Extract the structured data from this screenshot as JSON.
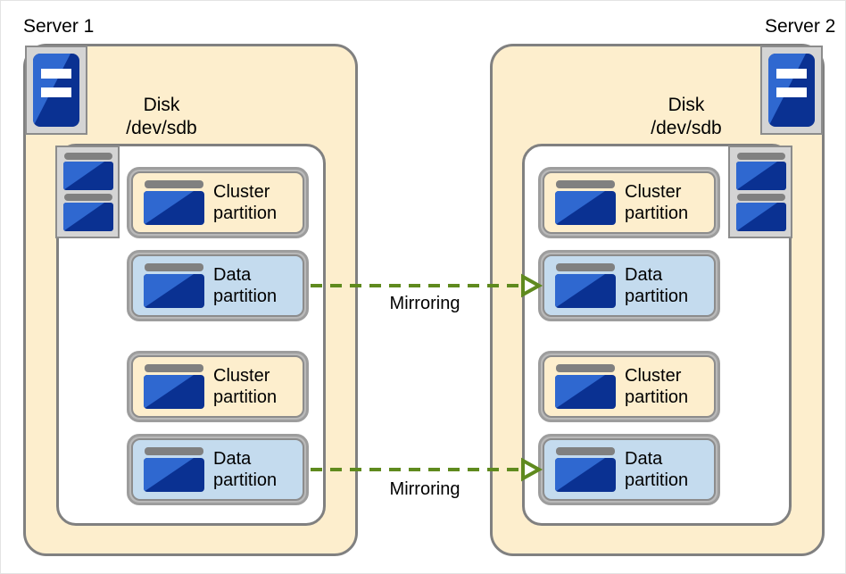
{
  "diagram": {
    "title_left": "Server 1",
    "title_right": "Server 2",
    "colors": {
      "server_fill": "#fdeecd",
      "disk_fill": "#ffffff",
      "cluster_partition_fill": "#fdeecd",
      "data_partition_fill": "#c4dbee",
      "border_gray": "#808080",
      "icon_blue_light": "#2f68d0",
      "icon_blue_dark": "#0a3192",
      "arrow_green": "#5f8a1e",
      "page_background": "#ffffff"
    }
  },
  "servers": [
    {
      "id": "server-1",
      "title": "Server 1",
      "disk_label_line1": "Disk",
      "disk_label_line2": "/dev/sdb",
      "server_icon": "server-tower-icon",
      "disk_stack_icon": "disk-stack-icon",
      "partitions": [
        {
          "type": "cluster",
          "line1": "Cluster",
          "line2": "partition",
          "icon": "partition-disk-icon"
        },
        {
          "type": "data",
          "line1": "Data",
          "line2": "partition",
          "icon": "partition-disk-icon"
        },
        {
          "type": "cluster",
          "line1": "Cluster",
          "line2": "partition",
          "icon": "partition-disk-icon"
        },
        {
          "type": "data",
          "line1": "Data",
          "line2": "partition",
          "icon": "partition-disk-icon"
        }
      ]
    },
    {
      "id": "server-2",
      "title": "Server 2",
      "disk_label_line1": "Disk",
      "disk_label_line2": "/dev/sdb",
      "server_icon": "server-tower-icon",
      "disk_stack_icon": "disk-stack-icon",
      "partitions": [
        {
          "type": "cluster",
          "line1": "Cluster",
          "line2": "partition",
          "icon": "partition-disk-icon"
        },
        {
          "type": "data",
          "line1": "Data",
          "line2": "partition",
          "icon": "partition-disk-icon"
        },
        {
          "type": "cluster",
          "line1": "Cluster",
          "line2": "partition",
          "icon": "partition-disk-icon"
        },
        {
          "type": "data",
          "line1": "Data",
          "line2": "partition",
          "icon": "partition-disk-icon"
        }
      ]
    }
  ],
  "connections": [
    {
      "id": "mirroring-top",
      "label": "Mirroring",
      "direction": "left-to-right",
      "style": "dashed-arrow"
    },
    {
      "id": "mirroring-bottom",
      "label": "Mirroring",
      "direction": "left-to-right",
      "style": "dashed-arrow"
    }
  ]
}
